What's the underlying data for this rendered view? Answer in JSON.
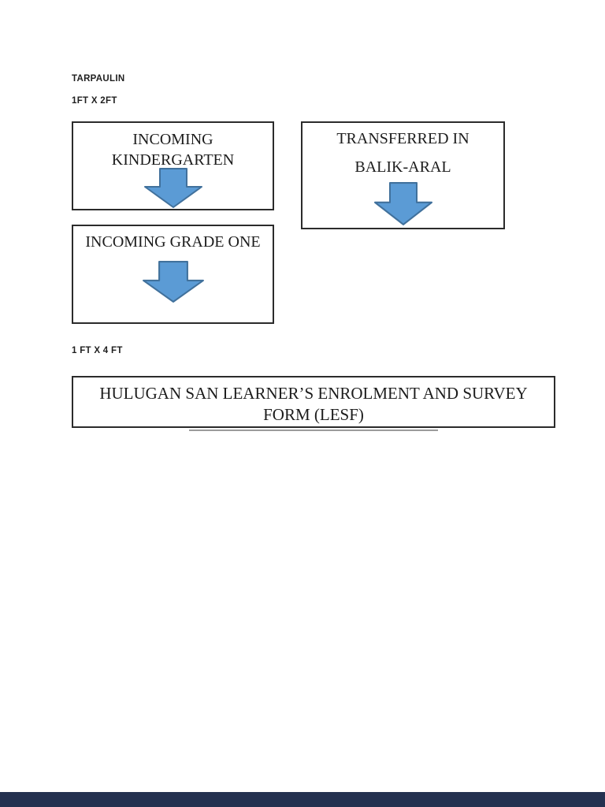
{
  "document": {
    "type_label": "TARPAULIN",
    "size_label_small": "1FT X 2FT",
    "size_label_large": "1 FT X 4 FT"
  },
  "boxes": {
    "kindergarten": {
      "line1": "INCOMING",
      "line2": "KINDERGARTEN"
    },
    "transferred": {
      "line1": "TRANSFERRED IN",
      "line2": "BALIK-ARAL"
    },
    "grade_one": {
      "line1": "INCOMING GRADE ONE"
    },
    "lesf": {
      "line1": "HULUGAN SAN LEARNER’S ENROLMENT AND SURVEY",
      "line2": "FORM (LESF)"
    }
  },
  "icons": {
    "down_arrow": "down-arrow"
  },
  "colors": {
    "arrow_fill": "#5B9BD5",
    "arrow_stroke": "#41719C",
    "box_border": "#2B2B2B",
    "text": "#1C1C1C",
    "shadow_line": "#9B9B9B",
    "footer_bar": "#243150"
  }
}
